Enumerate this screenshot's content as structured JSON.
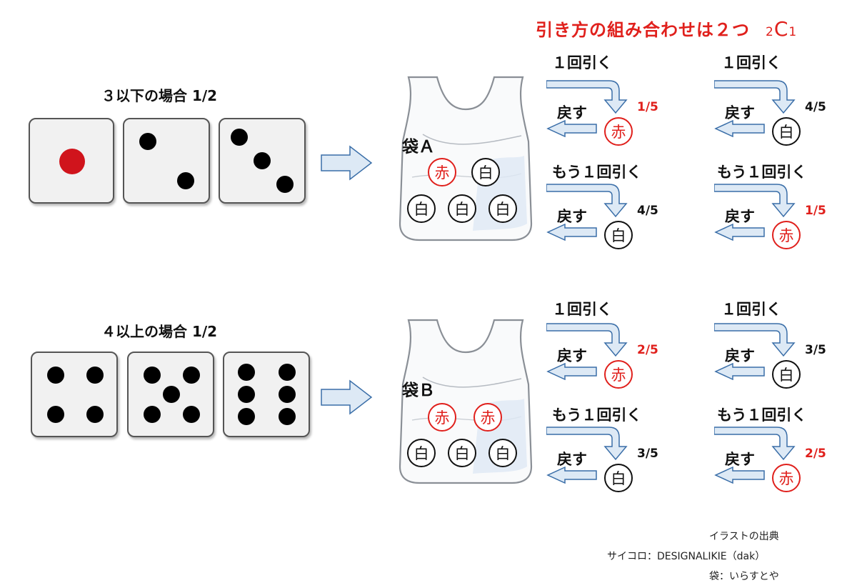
{
  "title": {
    "text": "引き方の組み合わせは２つ",
    "comb_pre": "2",
    "comb_main": "C",
    "comb_sub": "1"
  },
  "cases": [
    {
      "label": "３以下の場合 1/2",
      "bag": "袋Ａ"
    },
    {
      "label": "４以上の場合 1/2",
      "bag": "袋Ｂ"
    }
  ],
  "ball_labels": {
    "red": "赤",
    "white": "白"
  },
  "bagA": {
    "balls": [
      "赤",
      "白",
      "白",
      "白",
      "白"
    ]
  },
  "bagB": {
    "balls": [
      "赤",
      "赤",
      "白",
      "白",
      "白"
    ]
  },
  "steps": {
    "draw_first": "１回引く",
    "draw_again": "もう１回引く",
    "return": "戻す"
  },
  "A": {
    "p1": {
      "first_ball": "赤",
      "first_prob": "1/5",
      "second_ball": "白",
      "second_prob": "4/5"
    },
    "p2": {
      "first_ball": "白",
      "first_prob": "4/5",
      "second_ball": "赤",
      "second_prob": "1/5"
    }
  },
  "B": {
    "p1": {
      "first_ball": "赤",
      "first_prob": "2/5",
      "second_ball": "白",
      "second_prob": "3/5"
    },
    "p2": {
      "first_ball": "白",
      "first_prob": "3/5",
      "second_ball": "赤",
      "second_prob": "2/5"
    }
  },
  "credits": {
    "heading": "イラストの出典",
    "dice": "サイコロ：DESIGNALIKIE（dak）",
    "bag": "袋：いらすとや"
  },
  "colors": {
    "red": "#e0201c",
    "arrow_fill": "#dde9f5",
    "arrow_stroke": "#3a6ea8"
  }
}
